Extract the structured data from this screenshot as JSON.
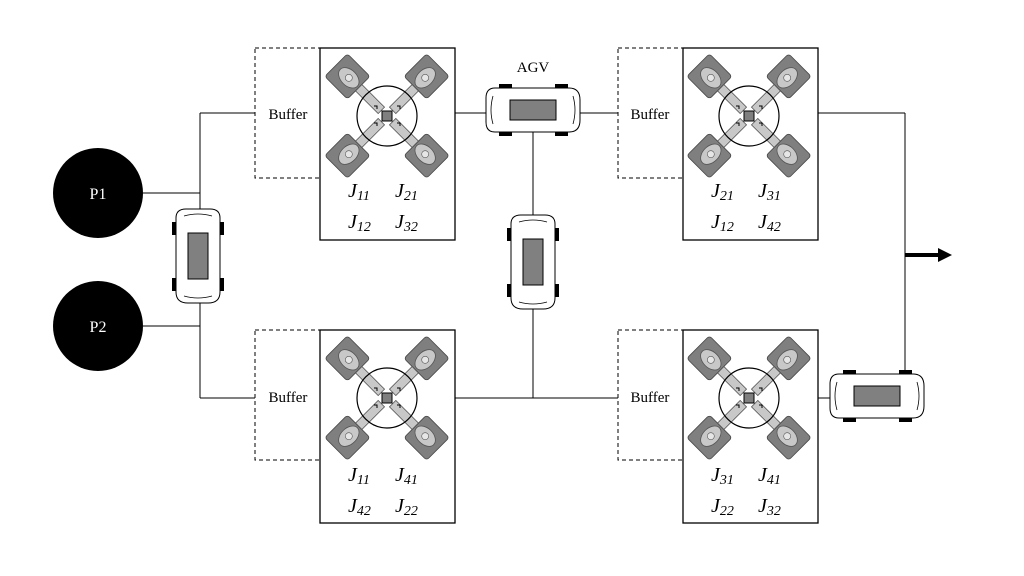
{
  "resources": [
    {
      "id": "p1",
      "label": "P1"
    },
    {
      "id": "p2",
      "label": "P2"
    }
  ],
  "agv_label": "AGV",
  "cells": [
    {
      "id": "cell-top-left",
      "buffer_label": "Buffer",
      "jobs": [
        [
          "J",
          "11"
        ],
        [
          "J",
          "21"
        ],
        [
          "J",
          "12"
        ],
        [
          "J",
          "32"
        ]
      ]
    },
    {
      "id": "cell-top-right",
      "buffer_label": "Buffer",
      "jobs": [
        [
          "J",
          "21"
        ],
        [
          "J",
          "31"
        ],
        [
          "J",
          "12"
        ],
        [
          "J",
          "42"
        ]
      ]
    },
    {
      "id": "cell-bottom-left",
      "buffer_label": "Buffer",
      "jobs": [
        [
          "J",
          "11"
        ],
        [
          "J",
          "41"
        ],
        [
          "J",
          "42"
        ],
        [
          "J",
          "22"
        ]
      ]
    },
    {
      "id": "cell-bottom-right",
      "buffer_label": "Buffer",
      "jobs": [
        [
          "J",
          "31"
        ],
        [
          "J",
          "41"
        ],
        [
          "J",
          "22"
        ],
        [
          "J",
          "32"
        ]
      ]
    }
  ],
  "colors": {
    "resource_fill": "#000000",
    "robot_gray": "#7f7f7f",
    "robot_light": "#c8c8c8",
    "agv_body": "#ffffff",
    "agv_center": "#808080",
    "line": "#000000"
  },
  "icons": {
    "robot": "four-arm-robot-icon",
    "agv": "agv-vehicle-icon",
    "exit": "exit-arrow-icon"
  }
}
